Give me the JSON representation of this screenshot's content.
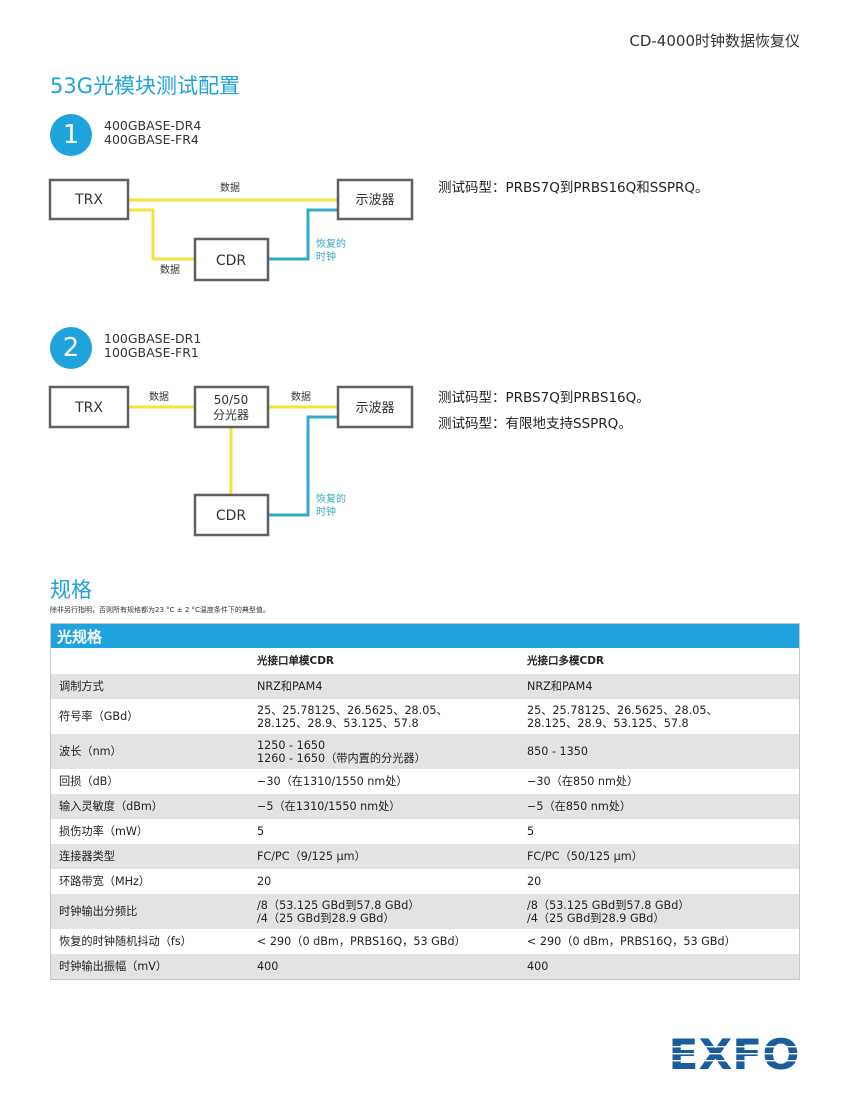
{
  "header": {
    "product_title": "CD-4000时钟数据恢复仪"
  },
  "config": {
    "title": "53G光模块测试配置",
    "sections": [
      {
        "number": "1",
        "standards": [
          "400GBASE-DR4",
          "400GBASE-FR4"
        ],
        "diagram": {
          "trx": "TRX",
          "scope": "示波器",
          "cdr": "CDR",
          "data_top": "数据",
          "data_left": "数据",
          "clock_line1": "恢复的",
          "clock_line2": "时钟"
        },
        "patterns": [
          "测试码型：PRBS7Q到PRBS16Q和SSPRQ。"
        ]
      },
      {
        "number": "2",
        "standards": [
          "100GBASE-DR1",
          "100GBASE-FR1"
        ],
        "diagram": {
          "trx": "TRX",
          "splitter_line1": "50/50",
          "splitter_line2": "分光器",
          "scope": "示波器",
          "cdr": "CDR",
          "data_left": "数据",
          "data_right": "数据",
          "clock_line1": "恢复的",
          "clock_line2": "时钟"
        },
        "patterns": [
          "测试码型：PRBS7Q到PRBS16Q。",
          "测试码型：有限地支持SSPRQ。"
        ]
      }
    ]
  },
  "specs": {
    "title": "规格",
    "note": "除非另行指明，否则所有规格都为23 °C ± 2 °C温度条件下的典型值。",
    "table_title": "光规格",
    "columns": [
      "",
      "光接口单模CDR",
      "光接口多模CDR"
    ],
    "rows": [
      {
        "label": "调制方式",
        "sm": [
          "NRZ和PAM4"
        ],
        "mm": [
          "NRZ和PAM4"
        ]
      },
      {
        "label": "符号率（GBd）",
        "sm": [
          "25、25.78125、26.5625、28.05、",
          "28.125、28.9、53.125、57.8"
        ],
        "mm": [
          "25、25.78125、26.5625、28.05、",
          "28.125、28.9、53.125、57.8"
        ]
      },
      {
        "label": "波长（nm）",
        "sm": [
          "1250 - 1650",
          "1260 - 1650（带内置的分光器）"
        ],
        "mm": [
          "850 - 1350"
        ]
      },
      {
        "label": "回损（dB）",
        "sm": [
          "−30（在1310/1550 nm处）"
        ],
        "mm": [
          "−30（在850 nm处）"
        ]
      },
      {
        "label": "输入灵敏度（dBm）",
        "sm": [
          "−5（在1310/1550 nm处）"
        ],
        "mm": [
          "−5（在850 nm处）"
        ]
      },
      {
        "label": "损伤功率（mW）",
        "sm": [
          "5"
        ],
        "mm": [
          "5"
        ]
      },
      {
        "label": "连接器类型",
        "sm": [
          "FC/PC（9/125 µm）"
        ],
        "mm": [
          "FC/PC（50/125 µm）"
        ]
      },
      {
        "label": "环路带宽（MHz）",
        "sm": [
          "20"
        ],
        "mm": [
          "20"
        ]
      },
      {
        "label": "时钟输出分频比",
        "sm": [
          "/8（53.125 GBd到57.8 GBd）",
          "/4（25 GBd到28.9 GBd）"
        ],
        "mm": [
          "/8（53.125 GBd到57.8 GBd）",
          "/4（25 GBd到28.9 GBd）"
        ]
      },
      {
        "label": "恢复的时钟随机抖动（fs）",
        "sm": [
          "< 290（0 dBm，PRBS16Q，53 GBd）"
        ],
        "mm": [
          "< 290（0 dBm，PRBS16Q，53 GBd）"
        ]
      },
      {
        "label": "时钟输出振幅（mV）",
        "sm": [
          "400"
        ],
        "mm": [
          "400"
        ]
      }
    ]
  },
  "footer": {
    "logo_text": "EXFO"
  },
  "colors": {
    "accent": "#1fa3dc",
    "data_line": "#f5e33a",
    "clock_line": "#35a9c8",
    "box_border": "#606060",
    "row_alt": "#e3e3e3"
  }
}
